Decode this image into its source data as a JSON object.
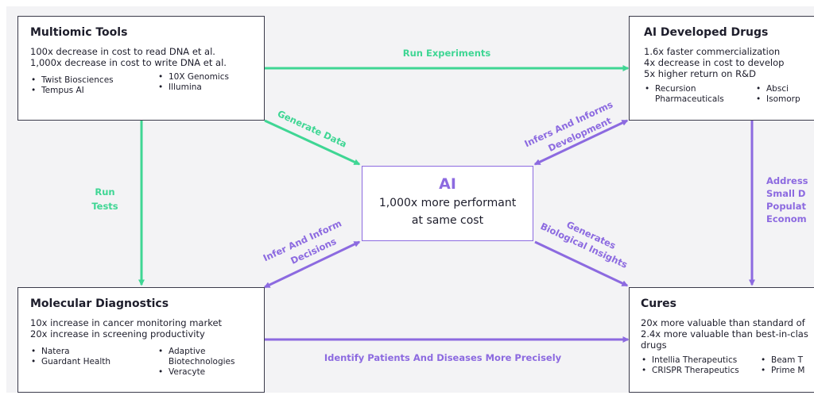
{
  "nodes": {
    "multiomic": {
      "title": "Multiomic Tools",
      "lines": [
        "100x decrease in cost to read DNA et al.",
        "1,000x decrease in cost to write DNA et al."
      ],
      "col1": [
        "Twist Biosciences",
        "Tempus AI"
      ],
      "col2": [
        "10X Genomics",
        "Illumina"
      ]
    },
    "ai_drugs": {
      "title": "AI Developed Drugs",
      "lines": [
        "1.6x faster commercialization",
        "4x decrease in cost to develop",
        "5x higher return on R&D"
      ],
      "col1": [
        "Recursion",
        "Pharmaceuticals"
      ],
      "col2": [
        "Absci",
        "Isomorp"
      ]
    },
    "diagnostics": {
      "title": "Molecular Diagnostics",
      "lines": [
        "10x increase in cancer monitoring market",
        "20x increase in screening productivity"
      ],
      "col1": [
        "Natera",
        "Guardant Health"
      ],
      "col2": [
        "Adaptive",
        "Biotechnologies",
        "Veracyte"
      ]
    },
    "cures": {
      "title": "Cures",
      "lines": [
        "20x more valuable than standard of",
        "2.4x more valuable than best-in-clas",
        "drugs"
      ],
      "col1": [
        "Intellia Therapeutics",
        "CRISPR Therapeutics"
      ],
      "col2": [
        "Beam T",
        "Prime M"
      ]
    },
    "ai": {
      "title": "AI",
      "line1": "1,000x more performant",
      "line2": "at same cost"
    }
  },
  "edges": {
    "run_experiments": "Run Experiments",
    "run_tests_1": "Run",
    "run_tests_2": "Tests",
    "generate_data": "Generate Data",
    "infers_informs_1": "Infers And Informs",
    "infers_informs_2": "Development",
    "infer_inform_1": "Infer And Inform",
    "infer_inform_2": "Decisions",
    "generates_1": "Generates",
    "generates_2": "Biological Insights",
    "address_lines": [
      "Address",
      "Small D",
      "Populat",
      "Econom"
    ],
    "identify": "Identify Patients And Diseases More Precisely"
  },
  "colors": {
    "green": "#3fd694",
    "purple": "#8c6ae0",
    "box_border": "#3a3a4a"
  }
}
